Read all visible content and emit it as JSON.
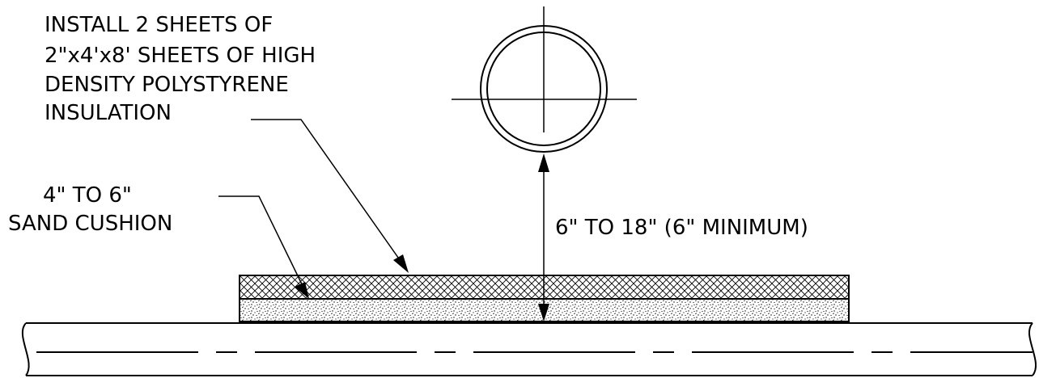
{
  "insulation_note": {
    "lines": [
      "INSTALL 2 SHEETS OF",
      "2\"x4'x8' SHEETS OF HIGH",
      "DENSITY POLYSTYRENE",
      "INSULATION"
    ]
  },
  "sand_note": {
    "lines": [
      "4\" TO 6\"",
      "SAND CUSHION"
    ]
  },
  "dimension_note": "6\" TO 18\" (6\" MINIMUM)",
  "colors": {
    "line": "#000000",
    "background": "#ffffff"
  }
}
